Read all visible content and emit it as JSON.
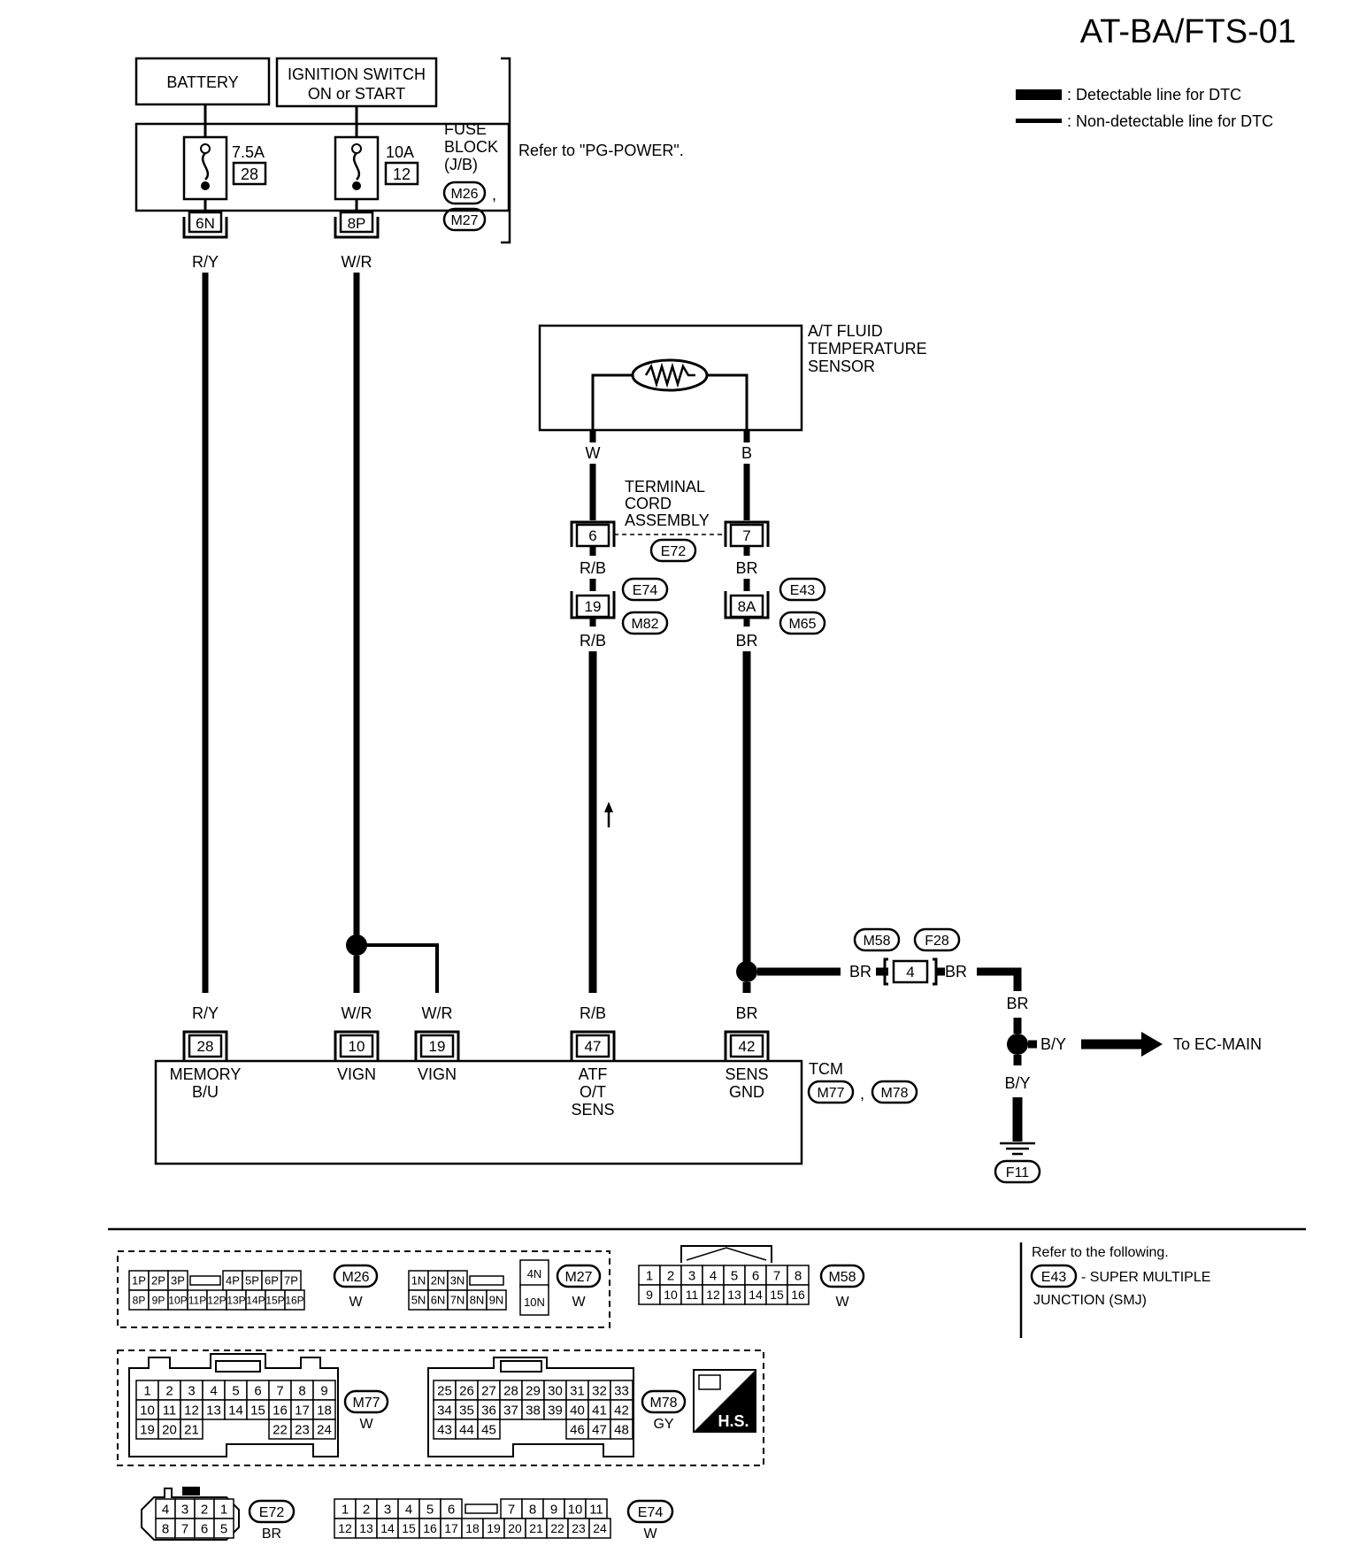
{
  "page_code": "AT-BA/FTS-01",
  "legend": {
    "detectable": ": Detectable line for DTC",
    "non_detectable": ": Non-detectable line for DTC"
  },
  "battery": "BATTERY",
  "ignition": [
    "IGNITION SWITCH",
    "ON or START"
  ],
  "fuse_block": {
    "label": [
      "FUSE",
      "BLOCK",
      "(J/B)"
    ],
    "connectors": [
      "M26",
      "M27"
    ],
    "refer": "Refer to \"PG-POWER\".",
    "fuses": [
      {
        "rating": "7.5A",
        "number": "28",
        "terminal": "6N",
        "wire": "R/Y"
      },
      {
        "rating": "10A",
        "number": "12",
        "terminal": "8P",
        "wire": "W/R"
      }
    ]
  },
  "sensor": {
    "label": [
      "A/T FLUID",
      "TEMPERATURE",
      "SENSOR"
    ],
    "wires": [
      "W",
      "B"
    ]
  },
  "terminal_cord": {
    "label": [
      "TERMINAL",
      "CORD",
      "ASSEMBLY"
    ],
    "connector": "E72",
    "pins": [
      "6",
      "7"
    ]
  },
  "mid_connectors": {
    "left": {
      "pin": "19",
      "codes": [
        "E74",
        "M82"
      ],
      "wire_in": "R/B",
      "wire_out": "R/B"
    },
    "right": {
      "pin": "8A",
      "codes": [
        "E43",
        "M65"
      ],
      "wire_in": "BR",
      "wire_out": "BR"
    }
  },
  "ground_path": {
    "codes": [
      "M58",
      "F28"
    ],
    "pin": "4",
    "wire_left": "BR",
    "wire_right": "BR",
    "wire_down": "BR",
    "wire_out": "B/Y",
    "wire_ground": "B/Y",
    "to": "To EC-MAIN",
    "ground": "F11"
  },
  "tcm": {
    "label": "TCM",
    "connectors": [
      "M77",
      "M78"
    ],
    "terminals": [
      {
        "pin": "28",
        "wire": "R/Y",
        "name": [
          "MEMORY",
          "B/U"
        ]
      },
      {
        "pin": "10",
        "wire": "W/R",
        "name": [
          "VIGN"
        ]
      },
      {
        "pin": "19",
        "wire": "W/R",
        "name": [
          "VIGN"
        ]
      },
      {
        "pin": "47",
        "wire": "R/B",
        "name": [
          "ATF",
          "O/T",
          "SENS"
        ]
      },
      {
        "pin": "42",
        "wire": "BR",
        "name": [
          "SENS",
          "GND"
        ]
      }
    ]
  },
  "connector_views": {
    "M26": {
      "code": "M26",
      "color": "W",
      "row1": [
        "1P",
        "2P",
        "3P",
        "",
        "4P",
        "5P",
        "6P",
        "7P"
      ],
      "row2": [
        "8P",
        "9P",
        "10P",
        "11P",
        "12P",
        "13P",
        "14P",
        "15P",
        "16P"
      ]
    },
    "M27": {
      "code": "M27",
      "color": "W",
      "row1": [
        "1N",
        "2N",
        "3N",
        ""
      ],
      "row2": [
        "5N",
        "6N",
        "7N",
        "8N",
        "9N"
      ],
      "side": [
        "4N",
        "10N"
      ]
    },
    "M58": {
      "code": "M58",
      "color": "W",
      "row1": [
        "1",
        "2",
        "3",
        "4",
        "5",
        "6",
        "7",
        "8"
      ],
      "row2": [
        "9",
        "10",
        "11",
        "12",
        "13",
        "14",
        "15",
        "16"
      ]
    },
    "M77": {
      "code": "M77",
      "color": "W",
      "row1": [
        "1",
        "2",
        "3",
        "4",
        "5",
        "6",
        "7",
        "8",
        "9"
      ],
      "row2": [
        "10",
        "11",
        "12",
        "13",
        "14",
        "15",
        "16",
        "17",
        "18"
      ],
      "row3": [
        "19",
        "20",
        "21",
        "22",
        "23",
        "24"
      ]
    },
    "M78": {
      "code": "M78",
      "color": "GY",
      "row1": [
        "25",
        "26",
        "27",
        "28",
        "29",
        "30",
        "31",
        "32",
        "33"
      ],
      "row2": [
        "34",
        "35",
        "36",
        "37",
        "38",
        "39",
        "40",
        "41",
        "42"
      ],
      "row3": [
        "43",
        "44",
        "45",
        "46",
        "47",
        "48"
      ]
    },
    "E72": {
      "code": "E72",
      "color": "BR",
      "row1": [
        "4",
        "3",
        "2",
        "1"
      ],
      "row2": [
        "8",
        "7",
        "6",
        "5"
      ]
    },
    "E74": {
      "code": "E74",
      "color": "W",
      "row1": [
        "1",
        "2",
        "3",
        "4",
        "5",
        "6",
        "7",
        "8",
        "9",
        "10",
        "11"
      ],
      "row2": [
        "12",
        "13",
        "14",
        "15",
        "16",
        "17",
        "18",
        "19",
        "20",
        "21",
        "22",
        "23",
        "24"
      ]
    }
  },
  "hs_badge": "H.S.",
  "refer_note": {
    "intro": "Refer to the following.",
    "code": "E43",
    "text": [
      "- SUPER MULTIPLE",
      "JUNCTION (SMJ)"
    ]
  }
}
